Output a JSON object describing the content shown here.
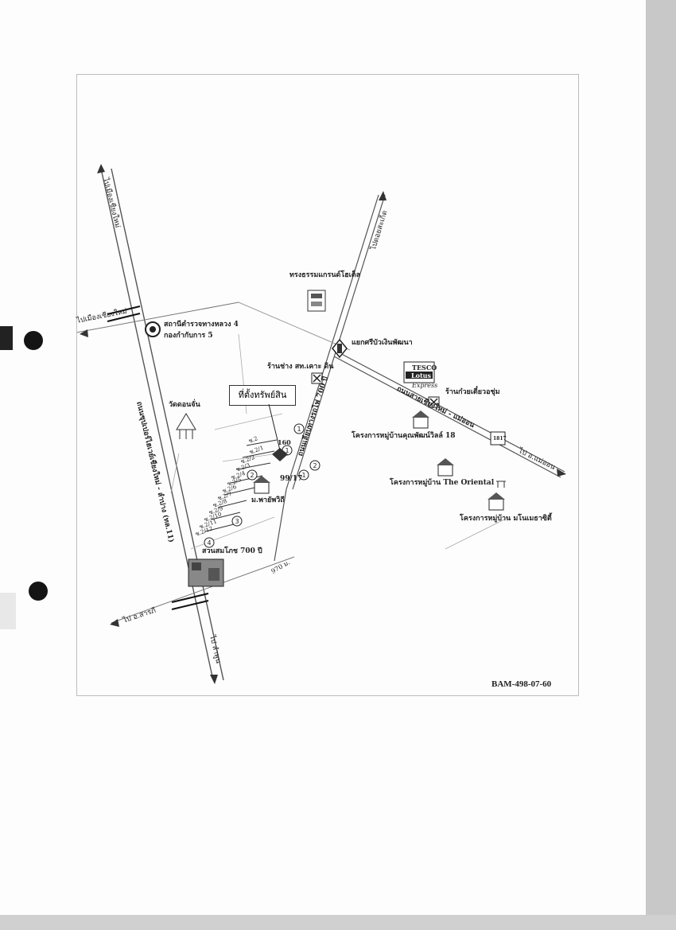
{
  "map": {
    "code": "BAM-498-07-60",
    "property_label": "ที่ตั้งทรัพย์สิน",
    "property_number": "99/17",
    "labels": {
      "to_chiang_mai_north": "ไปเมืองเชียงใหม่",
      "to_chiang_mai_west": "ไปเมืองเชียงใหม่",
      "to_saraphi": "ไป อ.สารภี",
      "to_lamphun": "ไป ลำพูน",
      "to_mae_on": "ไป อ.แม่ออน",
      "to_doi_saket": "ไปดอยสะเก็ด",
      "hotel": "ทรงธรรมแกรนด์โฮเต็ล",
      "highway_police_1": "สถานีตำรวจทางหลวง 4",
      "highway_police_2": "กองกำกับการ 5",
      "intersection": "แยกศรีบัวเงินพัฒนา",
      "repair_shop": "ร้านช่าง สท.เคาะ ดิน",
      "tesco_line1": "TESCO",
      "tesco_line2": "Lotus",
      "tesco_line3": "Express",
      "noodle_shop": "ร้านก๋วยเตี๋ยวอชุ่ม",
      "temple": "วัดดอนจั่น",
      "road_sc": "ถนนซุปเปอร์ไฮเวย์เชียงใหม่ - ลำปาง (ทล.11)",
      "road_700": "ถนนเลียบทางรถไฟ 700 ปี",
      "road_mae_on": "ถนนสายเชียงใหม่ - แม่ออน",
      "village_1": "โครงการหมู่บ้านคุณพัฒน์วิลล์ 18",
      "village_2": "โครงการหมู่บ้าน The Oriental",
      "village_3": "โครงการหมู่บ้าน มโนเมธาซิตี้",
      "university": "ม.พายัพวิถี",
      "park": "สวนสมโภช 700 ปี",
      "distance": "970 ม.",
      "store_code": "1817",
      "plot_160": "160",
      "alley": [
        "ซ.2",
        "ซ.2/1",
        "ซ.2/2",
        "ซ.2/3",
        "ซ.2/4",
        "ซ.2/5",
        "ซ.2/6",
        "ซ.2/7",
        "ซ.2/8",
        "ซ.2/9",
        "ซ.2/10",
        "ซ.2/11",
        "ซ.2/12"
      ],
      "marker": [
        "1",
        "2",
        "3",
        "4",
        "1",
        "1",
        "2"
      ]
    }
  },
  "colors": {
    "road": "#555555",
    "ink": "#222222",
    "frame": "#bdbdbd"
  }
}
